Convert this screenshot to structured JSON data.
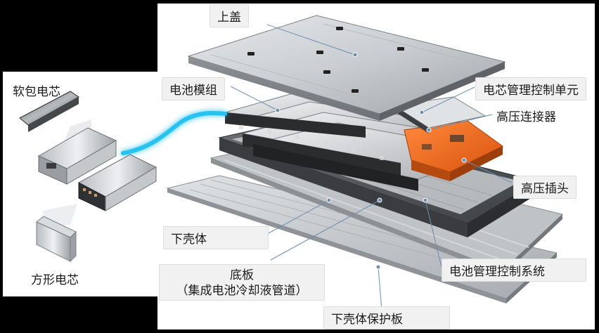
{
  "labels": {
    "soft_pack_cell": "软包电芯",
    "prismatic_cell": "方形电芯",
    "top_cover": "上盖",
    "battery_module": "电池模组",
    "cell_management_unit": "电芯管理控制单元",
    "hv_connector": "高压连接器",
    "hv_plug": "高压插头",
    "lower_housing": "下壳体",
    "bottom_plate": "底板",
    "bottom_plate_note": "（集成电池冷却液管道）",
    "bms": "电池管理控制系统",
    "lower_housing_protection": "下壳体保护板"
  },
  "colors": {
    "accent_orange": "#f26a1b",
    "cyan_glow": "#27c3f0",
    "panel_white": "#ffffff",
    "label_box": "#f1f1f1"
  }
}
